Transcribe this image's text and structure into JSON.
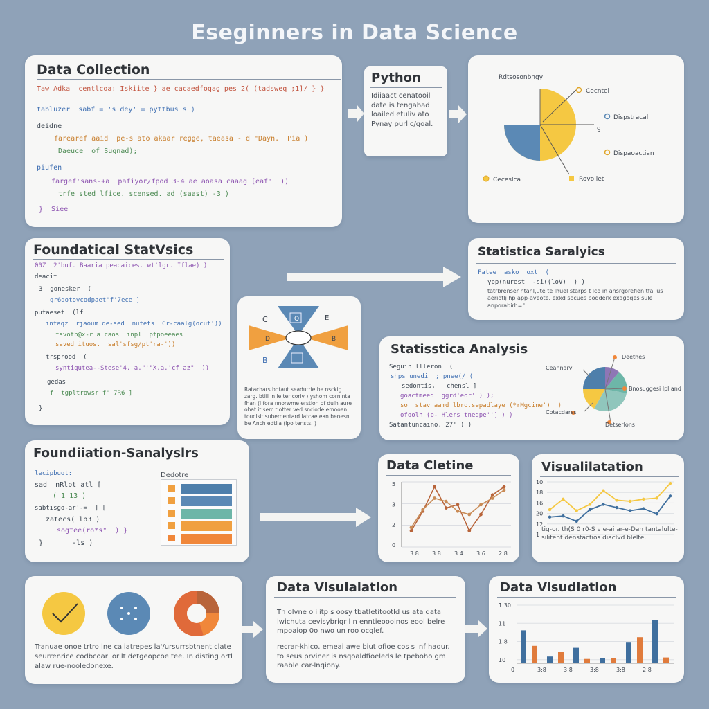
{
  "page_title": "Eseginners in Data Science",
  "colors": {
    "background": "#8fa2b8",
    "card": "#f7f7f6",
    "blue": "#5b89b5",
    "yellow": "#f5c842",
    "orange": "#f0873a",
    "teal": "#6db6a8",
    "purple": "#8e76b5",
    "rust": "#b8643a"
  },
  "data_collection": {
    "title": "Data Collection",
    "lines": [
      "Taw Adka  centlcoa: Iskiite } ae cacaedfoqag pes 2( (tadsweq ;1]/ } }",
      "tabluzer  sabf = 's dey' = pyttbus s )",
      "deidne",
      "farearef aaid  pe-s ato akaar regge, taeasa - d \"Dayn.  Pia )",
      "Daeuce  of Sugnad);",
      "piufen",
      "fargef'sans-+a  pafiyor/fpod 3-4 ae aoasa caaag [eaf'  ))",
      "trfe sted lfice. scensed. ad (saast) -3 )",
      "}  Siee"
    ]
  },
  "python": {
    "title": "Python",
    "text": "Idiiaact cenatooil date is tengabad loailed etuliv ato Pynay purlic/goal."
  },
  "top_pie": {
    "title": "Rdtsosonbngy",
    "labels": [
      "Cecntel",
      "Dispstracal",
      "Dispaoactian",
      "Ceceslca",
      "Rovollet",
      "g"
    ]
  },
  "foundational_statistics": {
    "title": "Foundatical StatVsics",
    "lines": [
      "00Z  2'buf. Baaria peacaices. wt'lgr. Iflae) )",
      "deacit",
      "3  gonesker  (",
      "gr6dotovcodpaet'f'7ece ]",
      "putaeset  (lf",
      "intaqz  rjaoum de-sed  nutets  Cr-caalg(ocut'))",
      "fsvotb@x-r a caos  inpl  ptpoeeaes",
      "saved ituos.  sal'sfsg/pt'ra-'))",
      "trsprood  (",
      "syntiqutea--Stese'4. a.\"'\"X.a.'cf'az\"  ))",
      "gedas",
      "f  tgpltrowsr f' 7R6 ]",
      "}"
    ]
  },
  "middle_diagram": {
    "letters": [
      "C",
      "D",
      "B",
      "Q",
      "E",
      "B"
    ],
    "caption": "Ratachars botaut seadutrie be nsckig zarg. btiil in le ter coriv ) yshom corninta fhan (l fora nnorwme erstion of dulh aure obat it serc tiotter ved  snciode emooen touclsit subernentard latcae ean benesn be Anch edtlia (lpo tensts. )"
  },
  "statistical_analytics": {
    "title": "Statistica Saralyics",
    "lines": [
      "Fatee  asko  oxt  (",
      "ypp(nurest  -si((loV)  ) )"
    ],
    "text": "tatrbrenser ntanl,ute te lhuel starps t lco in ansrgorefien tfal us aeriotlj  hp app-aveote. exkd socues  podderk exagoqes  sule anporabirh=\""
  },
  "statistical_analysis": {
    "title": "Statisstica Analysis",
    "lines": [
      "Seguin llleron  (",
      "shps unedi  ; pnee(/ (",
      "sedontis,   chensl ]",
      "goactmeed  ggrd'eor' ) );",
      "so  stav aamd lbro.sepadlaye (*rMgcine')  )",
      "ofoolh (p- Hlers tnegpe''] ) )",
      "Satantuncaino. 27' ) )"
    ],
    "pie_labels": [
      "Ceannarv",
      "Deethes",
      "Bnosuggesi Ipl and",
      "Cotacdarss",
      "Detserlons"
    ]
  },
  "foundation_analysis": {
    "title": "Foundiiation-Sanalyslrs",
    "lines": [
      "lecipbuot:",
      "sad  nRlpt atl [",
      "( 1 13 )",
      "sabtisgo-ar'-=' ] [",
      "zatecs( lb3 )",
      "sogtee(ro*s\"  ) }",
      "}       -ls )"
    ],
    "legend_title": "Dedotre"
  },
  "data_cleaning": {
    "title": "Data Cletine",
    "chart_data": {
      "type": "line",
      "categories": [
        "3:8",
        "3:8",
        "3:4",
        "3:6",
        "2:8"
      ],
      "series": [
        {
          "values": [
            1,
            2.2,
            3.7,
            2.4,
            2.6,
            1.0,
            2.0,
            3.2,
            3.7
          ]
        },
        {
          "values": [
            1.2,
            2.3,
            3.0,
            2.8,
            2.2,
            2.0,
            2.6,
            3.0,
            3.5
          ]
        }
      ],
      "yticks": [
        "5",
        "3",
        "2",
        "0"
      ],
      "ylim": [
        0,
        4
      ]
    }
  },
  "visualization": {
    "title": "Visualilatation",
    "chart_data": {
      "type": "line",
      "yticks": [
        "10",
        "18",
        "16",
        "20",
        "12",
        "1"
      ],
      "ylim": [
        0,
        10
      ],
      "series": [
        {
          "values": [
            4.2,
            6.2,
            4.0,
            5.2,
            7.8,
            6.0,
            5.8,
            6.2,
            6.4,
            9.2
          ]
        },
        {
          "values": [
            2.8,
            3.0,
            2.0,
            4.2,
            5.2,
            4.6,
            4.0,
            4.4,
            3.4,
            6.8
          ]
        }
      ]
    },
    "text": "tig-or. th(S 0 r0-S v e-ai ar-e-Dan tantalulte-silitent denstactios diaclvd blelte."
  },
  "bottom_icons": {
    "text": "Tranuae onoe trtro lne caliatrepes la'/ursurrsbtnent clate seurrenrice codbcoar lor'lt detgeopcoe tee. In disting ortl alaw rue-nooledonexe."
  },
  "data_visualization_text": {
    "title": "Data Visuialation",
    "text1": "Th olvne o ilitp s oosy tbatletitootld us ata data lwichuta cevisybrigr l n enntieoooinos eool belre mpoaiop 0o nwo un roo ocglef.",
    "text2": "recrar-khico. emeai awe biut ofioe cos s inf haqur. to seus prviner is nsqoaldfioeleds le tpeboho gm raable car-lnqiony."
  },
  "data_visualization_bar": {
    "title": "Data Visudlation",
    "chart_data": {
      "type": "bar",
      "categories": [
        "0",
        "3:8",
        "3:8",
        "3:8",
        "3:8",
        "2:8"
      ],
      "yticks": [
        "1:30",
        "11",
        "1:8",
        "10"
      ],
      "ylim": [
        0,
        12
      ],
      "series": [
        {
          "values": [
            6.8,
            1.4,
            3.2,
            1.0,
            4.4,
            9.0
          ],
          "color": "#3f6f9e"
        },
        {
          "values": [
            3.6,
            2.4,
            0.9,
            1.0,
            5.4,
            1.2
          ],
          "color": "#e07b3c"
        }
      ]
    }
  }
}
